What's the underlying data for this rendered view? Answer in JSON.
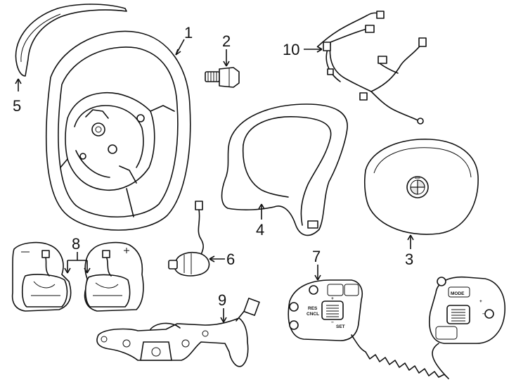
{
  "callouts": {
    "c1": "1",
    "c2": "2",
    "c3": "3",
    "c4": "4",
    "c5": "5",
    "c6": "6",
    "c7": "7",
    "c8": "8",
    "c9": "9",
    "c10": "10"
  },
  "button_labels": {
    "mode": "MODE",
    "res_cncl_1": "RES",
    "res_cncl_2": "CNCL",
    "set": "SET",
    "plus": "+",
    "minus": "−"
  },
  "emblem": {
    "label": "BMW"
  }
}
